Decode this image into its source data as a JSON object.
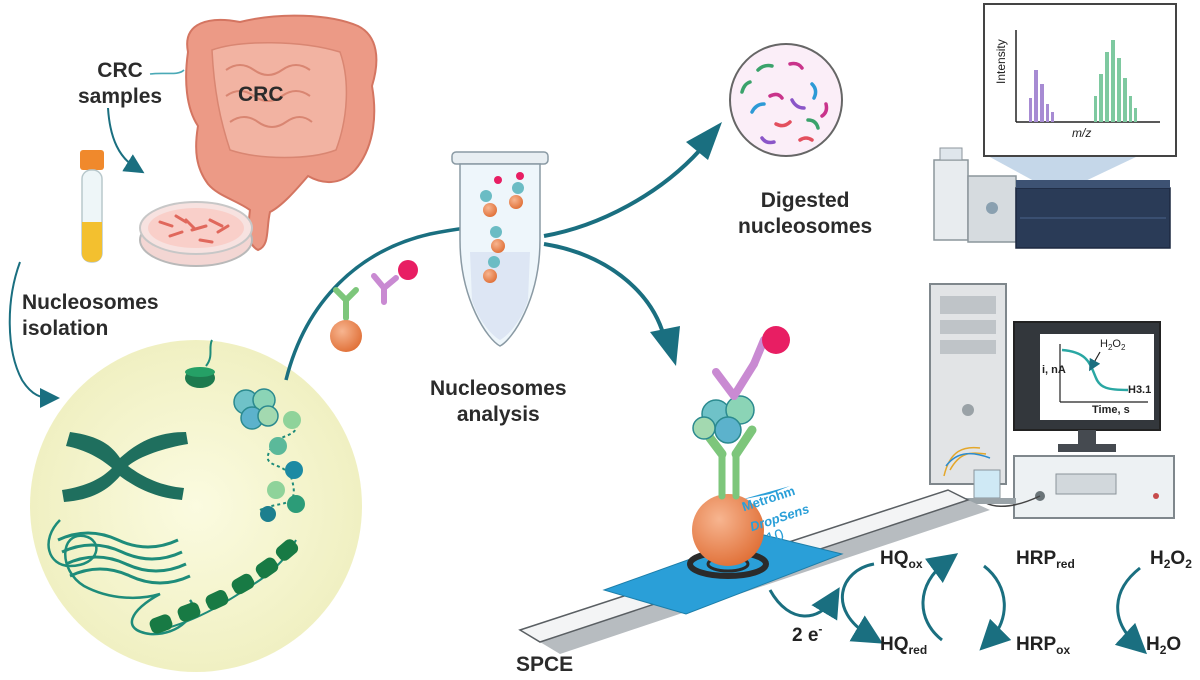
{
  "colors": {
    "teal": "#1a6f80",
    "intestine": "#e8907c",
    "chromatin": "#1e8c7a",
    "nucleus_bg": "#f6f6cf",
    "bead": "#ee8a55",
    "electrode": "#2a9fd8",
    "label_text": "#2b2b2b"
  },
  "labels": {
    "crc_samples": "CRC\nsamples",
    "crc": "CRC",
    "nucleosomes_isolation": "Nucleosomes\nisolation",
    "nucleosomes_analysis": "Nucleosomes\nanalysis",
    "digested_nucleosomes": "Digested\nnucleosomes",
    "spce": "SPCE"
  },
  "ms_plot": {
    "ylabel": "Intensity",
    "xlabel": "m/z"
  },
  "amperogram": {
    "ylabel": "i, nA",
    "xlabel": "Time, s",
    "annotation_h2o2": "H",
    "annotation_h2o2_sub": "2",
    "annotation_h2o2_tail": "O",
    "annotation_h2o2_sub2": "2",
    "trace_label": "H3.1"
  },
  "electrode_brand": {
    "line1": "Metrohm",
    "line2": "DropSens",
    "model": "10"
  },
  "reaction": {
    "hq_ox": {
      "base": "HQ",
      "sub": "ox"
    },
    "hq_red": {
      "base": "HQ",
      "sub": "red"
    },
    "hrp_red": {
      "base": "HRP",
      "sub": "red"
    },
    "hrp_ox": {
      "base": "HRP",
      "sub": "ox"
    },
    "h2o2": {
      "a": "H",
      "sub1": "2",
      "b": "O",
      "sub2": "2"
    },
    "h2o": {
      "a": "H",
      "sub1": "2",
      "b": "O"
    },
    "electrons": {
      "base": "2 e",
      "sup": "-"
    }
  }
}
